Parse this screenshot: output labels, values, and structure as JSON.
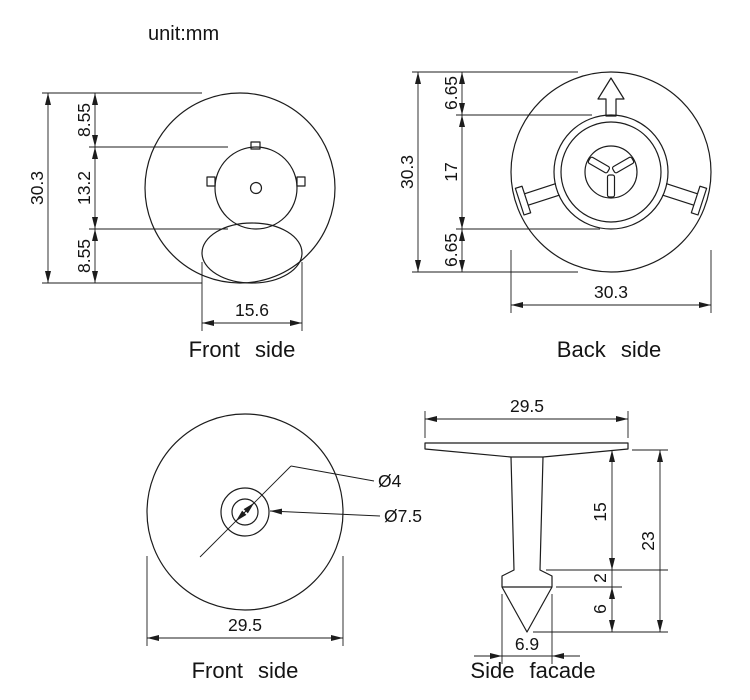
{
  "unit_label": "unit:mm",
  "colors": {
    "line": "#1c1c1c",
    "background": "#ffffff"
  },
  "views": {
    "front_top": {
      "label": "Front side",
      "dims": {
        "overall": "30.3",
        "seg_top": "8.55",
        "seg_mid": "13.2",
        "seg_bottom": "8.55",
        "ellipse_width": "15.6"
      }
    },
    "back": {
      "label": "Back side",
      "dims": {
        "overall_h": "30.3",
        "seg_top": "6.65",
        "seg_mid": "17",
        "seg_bottom": "6.65",
        "width": "30.3"
      }
    },
    "front_bottom": {
      "label": "Front side",
      "dims": {
        "hole_dia": "Ø4",
        "boss_dia": "Ø7.5",
        "width": "29.5"
      }
    },
    "side": {
      "label": "Side facade",
      "dims": {
        "cap_width": "29.5",
        "stem_len": "15",
        "barb": "2",
        "tip": "6",
        "overall": "23",
        "tip_width": "6.9"
      }
    }
  }
}
